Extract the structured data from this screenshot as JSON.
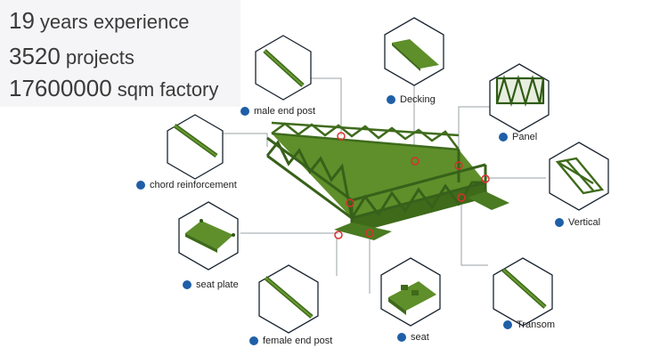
{
  "stats": [
    {
      "number": "19",
      "label": "years experience"
    },
    {
      "number": "3520",
      "label": "projects"
    },
    {
      "number": "17600000",
      "label": "sqm factory"
    }
  ],
  "parts": [
    {
      "id": "male-end-post",
      "label": "male end post"
    },
    {
      "id": "decking",
      "label": "Decking"
    },
    {
      "id": "panel",
      "label": "Panel"
    },
    {
      "id": "chord-reinforcement",
      "label": "chord reinforcement"
    },
    {
      "id": "vertical",
      "label": "Vertical"
    },
    {
      "id": "seat-plate",
      "label": "seat plate"
    },
    {
      "id": "transom",
      "label": "Transom"
    },
    {
      "id": "female-end-post",
      "label": "female end post"
    },
    {
      "id": "seat",
      "label": "seat"
    }
  ],
  "colors": {
    "bullet": "#1f5fa8",
    "steel": "#4a7a22",
    "marker": "#d9302c",
    "leader": "#9aa0a6"
  }
}
